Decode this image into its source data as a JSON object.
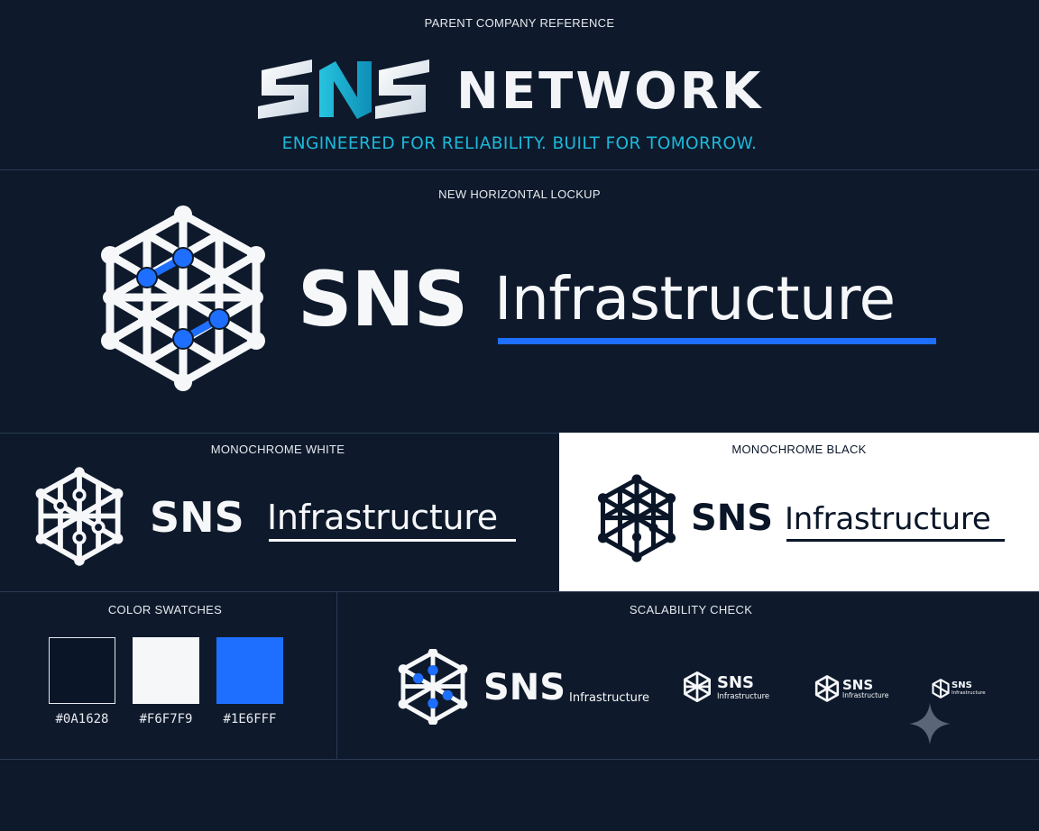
{
  "sections": {
    "parent_reference": "PARENT COMPANY REFERENCE",
    "horizontal_lockup": "NEW HORIZONTAL LOCKUP",
    "mono_white": "MONOCHROME WHITE",
    "mono_black": "MONOCHROME BLACK",
    "color_swatches": "COLOR SWATCHES",
    "scalability": "SCALABILITY CHECK"
  },
  "parent": {
    "logo_text": "SNS",
    "network": "NETWORK",
    "tagline": "ENGINEERED FOR RELIABILITY. BUILT FOR TOMORROW."
  },
  "lockup": {
    "sns": "SNS",
    "infrastructure": "Infrastructure"
  },
  "swatches": [
    {
      "hex": "#0A1628",
      "color": "#0A1628"
    },
    {
      "hex": "#F6F7F9",
      "color": "#F6F7F9"
    },
    {
      "hex": "#1E6FFF",
      "color": "#1E6FFF"
    }
  ],
  "colors": {
    "background": "#0E1A2C",
    "accent": "#1E6FFF",
    "tagline": "#1EB8D8"
  },
  "icons": [
    "hexagon-network-icon",
    "sparkle-icon"
  ]
}
